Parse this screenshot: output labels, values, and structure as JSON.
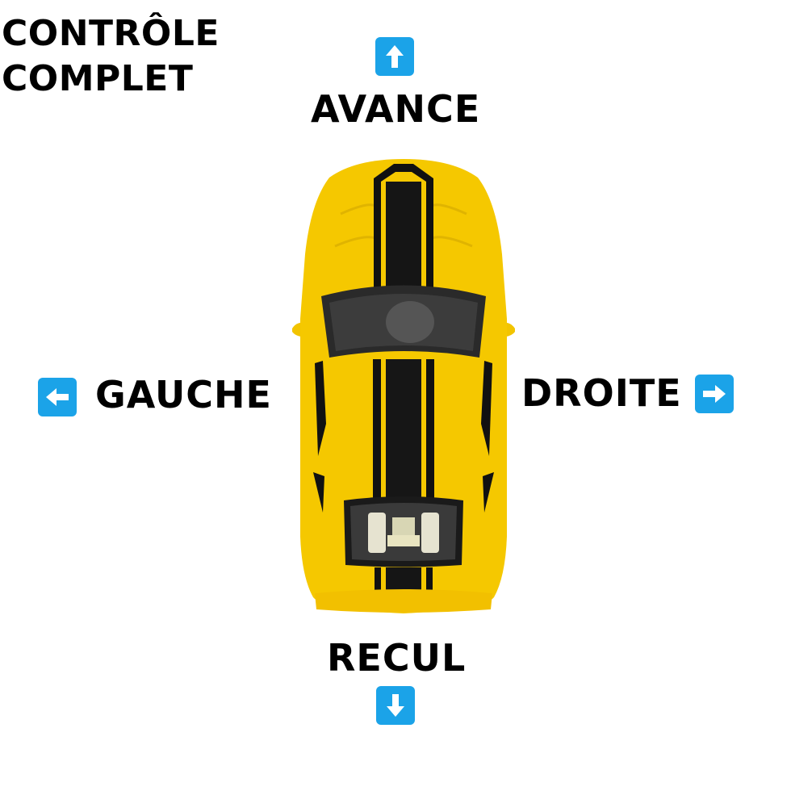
{
  "title": {
    "line1": "CONTRÔLE",
    "line2": "COMPLET"
  },
  "directions": {
    "forward": {
      "label": "AVANCE",
      "icon": "arrow-up-icon"
    },
    "left": {
      "label": "GAUCHE",
      "icon": "arrow-left-icon"
    },
    "right": {
      "label": "DROITE",
      "icon": "arrow-right-icon"
    },
    "backward": {
      "label": "RECUL",
      "icon": "arrow-down-icon"
    }
  },
  "colors": {
    "key_bg": "#1ba3e8",
    "car_body": "#f5c800",
    "stripe": "#111111",
    "text": "#000000"
  }
}
